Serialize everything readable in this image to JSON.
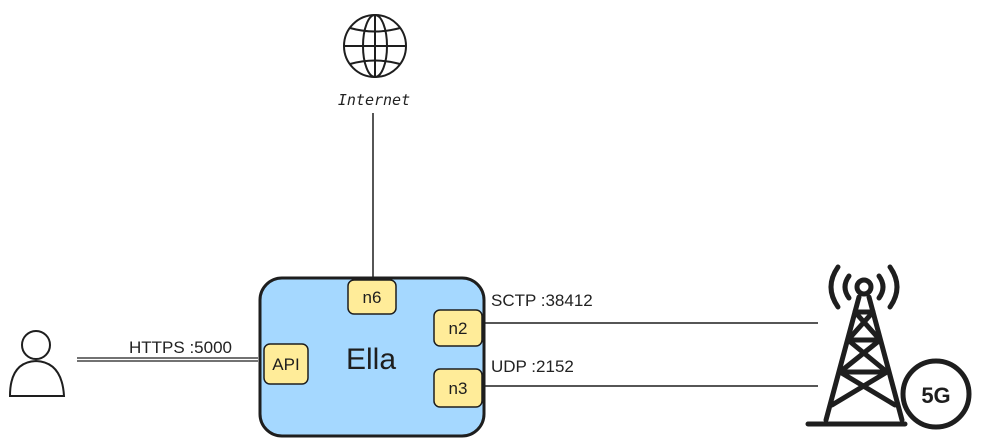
{
  "internet": {
    "label": "Internet",
    "icon": "globe-icon"
  },
  "user": {
    "icon": "person-icon"
  },
  "tower": {
    "icon": "cell-tower-icon",
    "badge": "5G"
  },
  "core": {
    "name": "Ella",
    "fill": "#a5d8ff",
    "stroke": "#1e1e1e"
  },
  "ports": {
    "n6": "n6",
    "n2": "n2",
    "n3": "n3",
    "api": "API",
    "fill": "#ffec99"
  },
  "links": {
    "https": "HTTPS :5000",
    "sctp": "SCTP :38412",
    "udp": "UDP :2152"
  }
}
